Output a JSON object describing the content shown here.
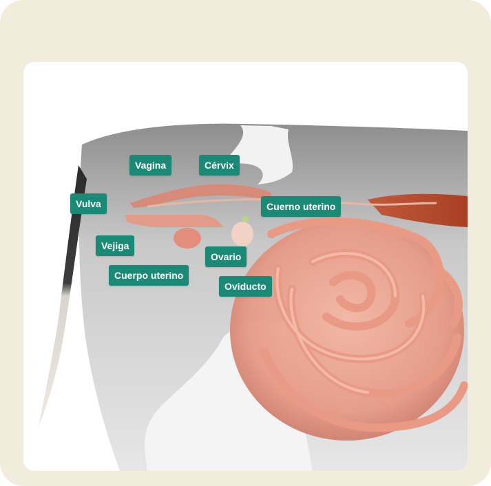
{
  "diagram": {
    "labels": {
      "vagina": "Vagina",
      "cervix": "Cérvix",
      "vulva": "Vulva",
      "cuerno_uterino": "Cuerno uterino",
      "vejiga": "Vejiga",
      "ovario": "Ovario",
      "cuerpo_uterino": "Cuerpo uterino",
      "oviducto": "Oviducto"
    }
  }
}
